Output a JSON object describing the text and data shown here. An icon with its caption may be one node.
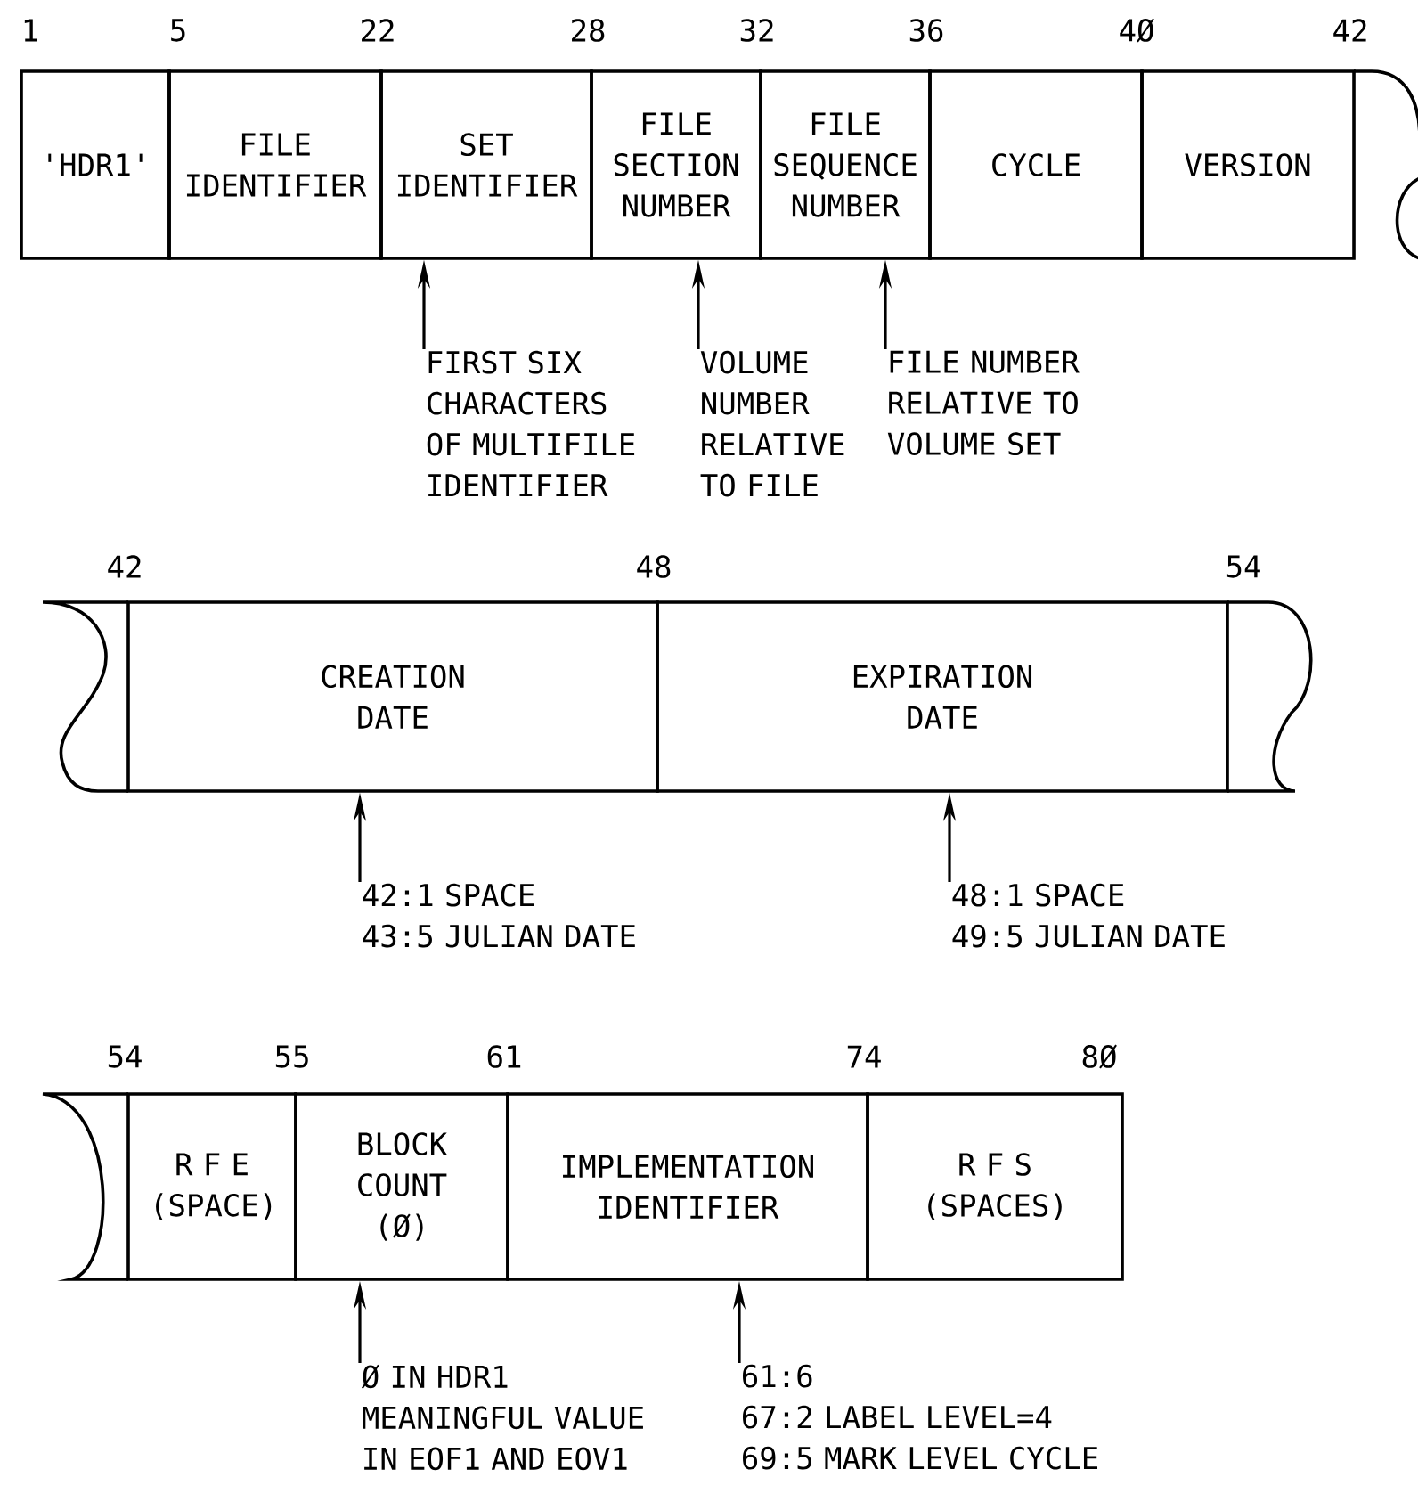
{
  "diagram": {
    "nodes": [
      {
        "text": [
          "'HDR1'"
        ]
      },
      {
        "text": [
          "FILE IDENTIFIER"
        ]
      },
      {
        "text": [
          "SET IDENTIFIER"
        ]
      },
      {
        "text": [
          "FILE SECTION NUMBER"
        ]
      },
      {
        "text": [
          "FILE SEQUENCE NUMBER"
        ]
      },
      {
        "text": [
          "CYCLE"
        ]
      },
      {
        "text": [
          "VERSION"
        ]
      },
      {
        "text": [
          "FIRST SIX CHARACTERS OF MULTIFILE IDENTIFIER"
        ]
      },
      {
        "text": [
          "VOLUME NUMBER RELATIVE TO FILE"
        ]
      },
      {
        "text": [
          "FILE NUMBER RELATIVE TO VOLUME SET"
        ]
      },
      {
        "text": [
          "CREATION DATE"
        ]
      },
      {
        "text": [
          "EXPIRATION DATE"
        ]
      },
      {
        "text": [
          "42:1 SPACE",
          "43:5 JULIAN DATE"
        ]
      },
      {
        "text": [
          "48:1 SPACE",
          "49:5 JULIAN DATE"
        ]
      },
      {
        "text": [
          "R F E (SPACE)"
        ]
      },
      {
        "text": [
          "BLOCK COUNT (Ø)"
        ]
      },
      {
        "text": [
          "IMPLEMENTATION IDENTIFIER"
        ]
      },
      {
        "text": [
          "R F S (SPACES)"
        ]
      },
      {
        "text": [
          "Ø IN HDR1",
          "MEANINGFUL VALUE IN EOF1 AND EOV1"
        ]
      },
      {
        "text": [
          "61:6",
          "67:2 LABEL LEVEL=4",
          "69:5 MARK LEVEL CYCLE"
        ]
      }
    ],
    "edges": [
      {
        "from": 7,
        "to": 2,
        "arrow": "to"
      },
      {
        "from": 8,
        "to": 3,
        "arrow": "to"
      },
      {
        "from": 9,
        "to": 4,
        "arrow": "to"
      },
      {
        "from": 12,
        "to": 10,
        "arrow": "to"
      },
      {
        "from": 13,
        "to": 11,
        "arrow": "to"
      },
      {
        "from": 18,
        "to": 15,
        "arrow": "to"
      },
      {
        "from": 19,
        "to": 16,
        "arrow": "to"
      }
    ],
    "labels": [
      "1",
      "5",
      "22",
      "28",
      "32",
      "36",
      "4Ø",
      "42",
      "42",
      "48",
      "54",
      "54",
      "55",
      "61",
      "74",
      "8Ø"
    ]
  }
}
